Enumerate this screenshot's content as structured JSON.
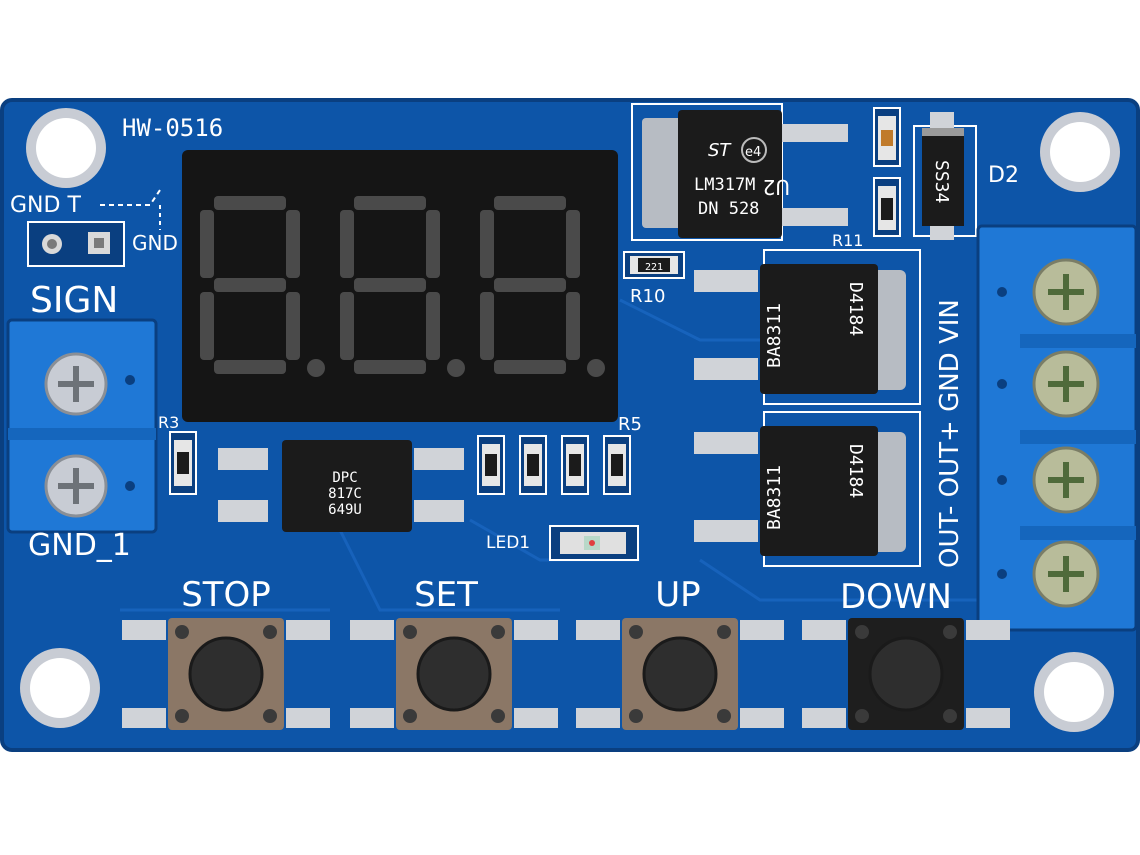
{
  "board": {
    "model": "HW-0516",
    "colors": {
      "pcb": "#0d55a8",
      "pcb_dark": "#0a3f80",
      "terminal": "#1f78d6",
      "silk": "#ffffff",
      "display": "#151515",
      "segment_off": "#4a4a4a"
    }
  },
  "labels": {
    "gnd_t": "GND  T",
    "gnd_right": "GND",
    "sign": "SIGN",
    "gnd_1": "GND_1",
    "r3": "R3",
    "r5": "R5",
    "r10": "R10",
    "r11": "R11",
    "d2": "D2",
    "u2": "U2",
    "led1": "LED1",
    "out_terminal": "OUT- OUT+ GND VIN"
  },
  "components": {
    "regulator": {
      "line1": "LM317M",
      "line2": "DN 528",
      "logo": "ST",
      "mark": "e4"
    },
    "diode": "SS34",
    "mosfet_top": {
      "line1": "D4184",
      "line2": "BA8311"
    },
    "mosfet_bottom": {
      "line1": "D4184",
      "line2": "BA8311"
    },
    "optocoupler": {
      "line1": "DPC",
      "line2": "817C",
      "line3": "649U"
    },
    "resistor_r10": "221"
  },
  "buttons": [
    {
      "label": "STOP"
    },
    {
      "label": "SET"
    },
    {
      "label": "UP"
    },
    {
      "label": "DOWN"
    }
  ],
  "display": {
    "digits": 3,
    "state": "all segments off"
  }
}
